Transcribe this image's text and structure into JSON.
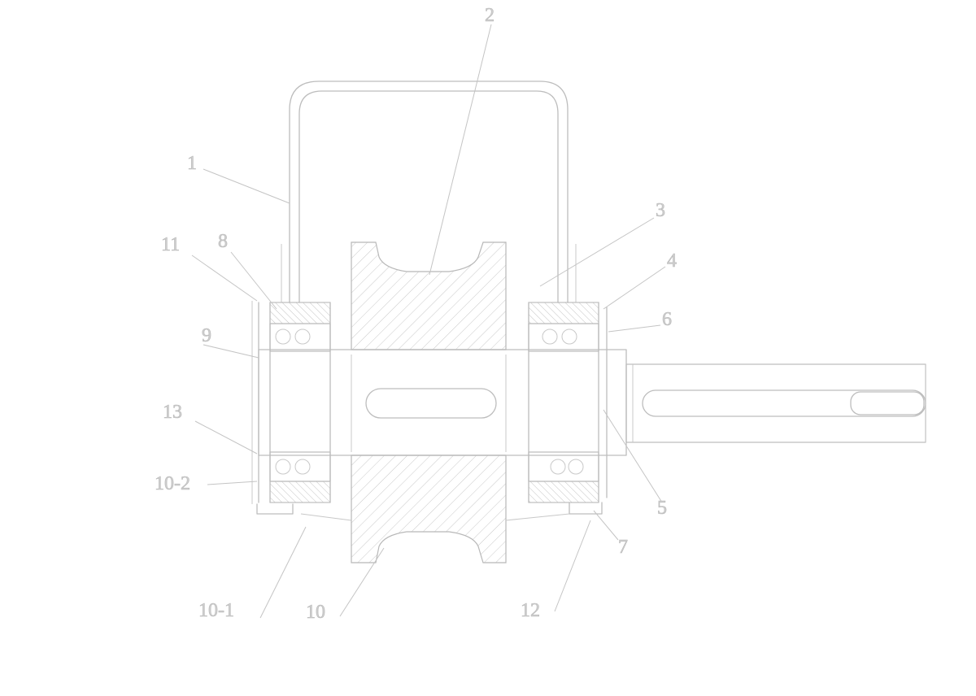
{
  "labels": {
    "p1": "1",
    "p2": "2",
    "p3": "3",
    "p4": "4",
    "p5": "5",
    "p6": "6",
    "p7": "7",
    "p8": "8",
    "p9": "9",
    "p10": "10",
    "p10_1": "10-1",
    "p10_2": "10-2",
    "p11": "11",
    "p12": "12",
    "p13": "13"
  },
  "colors": {
    "line": "#bdbdbd",
    "label": "#cfcfcf",
    "background": "#ffffff"
  }
}
